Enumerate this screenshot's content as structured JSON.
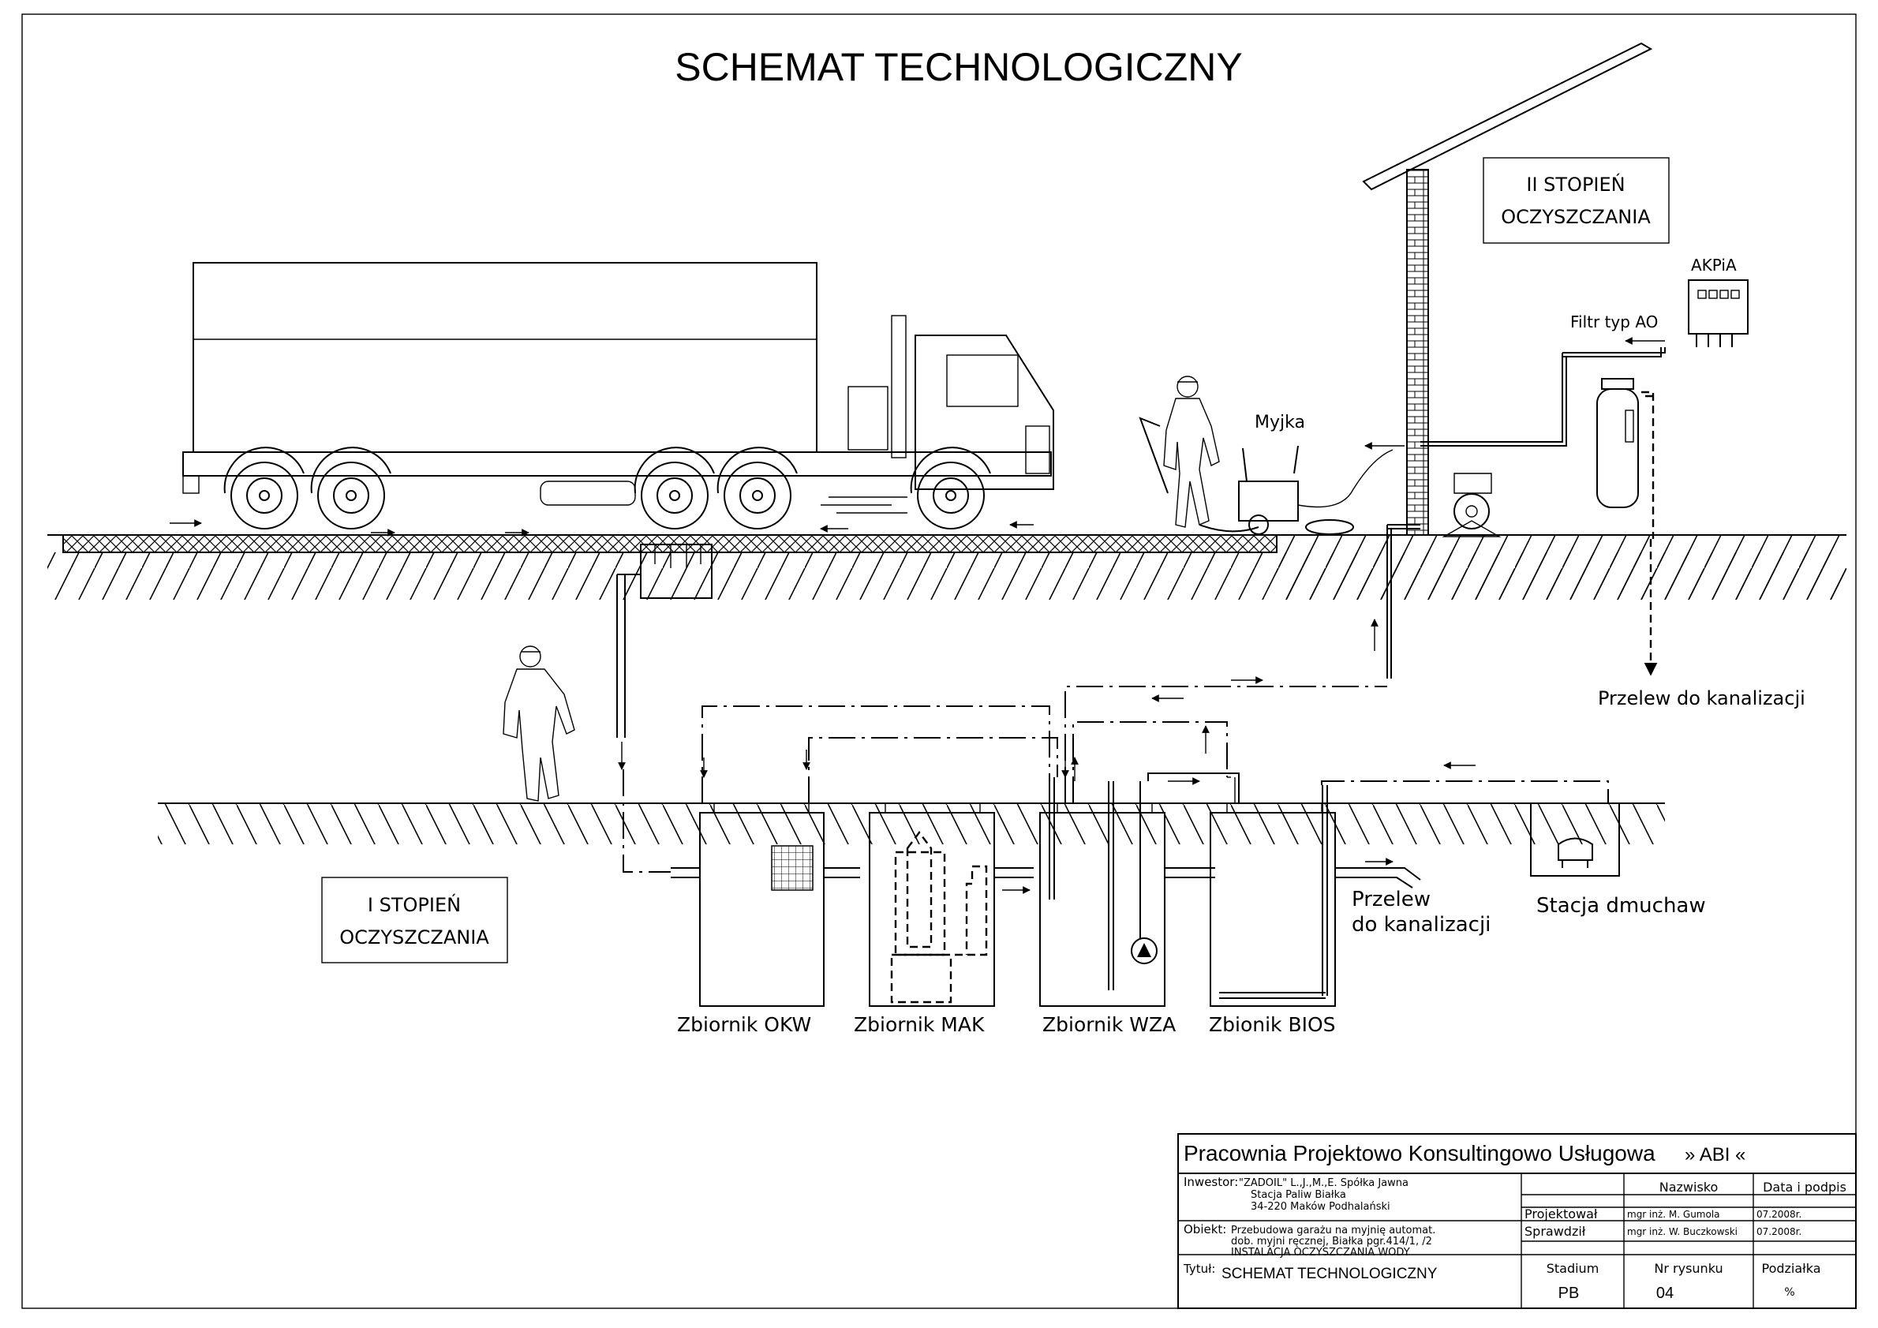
{
  "title": "SCHEMAT TECHNOLOGICZNY",
  "labels": {
    "stage2_line1": "II STOPIEŃ",
    "stage2_line2": "OCZYSZCZANIA",
    "stage1_line1": "I STOPIEŃ",
    "stage1_line2": "OCZYSZCZANIA",
    "akpia": "AKPiA",
    "filter": "Filtr typ AO",
    "washer": "Myjka",
    "overflow_top": "Przelew do kanalizacji",
    "overflow_bottom_line1": "Przelew",
    "overflow_bottom_line2": "do kanalizacji",
    "blower_station": "Stacja dmuchaw"
  },
  "tanks": [
    {
      "id": "okw",
      "label": "Zbiornik OKW"
    },
    {
      "id": "mak",
      "label": "Zbiornik MAK"
    },
    {
      "id": "wza",
      "label": "Zbiornik WZA"
    },
    {
      "id": "bios",
      "label": "Zbionik BIOS"
    }
  ],
  "title_block": {
    "company": "Pracownia Projektowo Konsultingowo Usługowa",
    "brand": "» ABI «",
    "investor_label": "Inwestor:",
    "investor_lines": [
      "\"ZADOIL\" L.,J.,M.,E. Spółka Jawna",
      "Stacja Paliw Białka",
      "34-220 Maków Podhalański"
    ],
    "object_label": "Obiekt:",
    "object_lines": [
      "Przebudowa garażu na myjnię automat.",
      "dob. myjni ręcznej, Białka pgr.414/1, /2",
      "INSTALACJA OCZYSZCZANIA WODY"
    ],
    "title_label": "Tytuł:",
    "title_value": "SCHEMAT TECHNOLOGICZNY",
    "col_name": "Nazwisko",
    "col_date": "Data i podpis",
    "designed_label": "Projektował",
    "designed_name": "mgr inż. M. Gumola",
    "designed_date": "07.2008r.",
    "checked_label": "Sprawdził",
    "checked_name": "mgr inż. W. Buczkowski",
    "checked_date": "07.2008r.",
    "stage_label": "Stadium",
    "stage_value": "PB",
    "drawing_no_label": "Nr rysunku",
    "drawing_no_value": "04",
    "scale_label": "Podziałka",
    "scale_value": "%"
  }
}
